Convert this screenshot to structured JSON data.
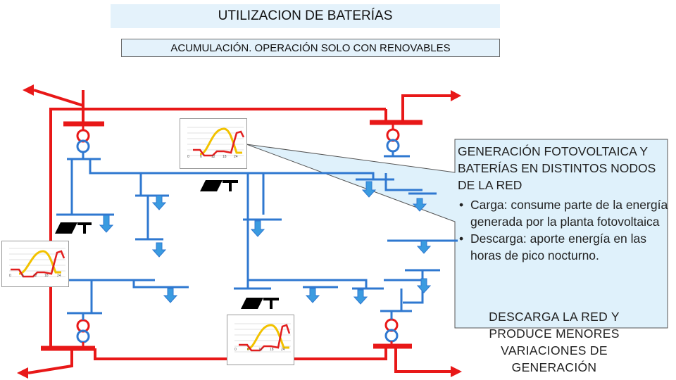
{
  "title": "UTILIZACION DE BATERÍAS",
  "subtitle": "ACUMULACIÓN. OPERACIÓN SOLO CON RENOVABLES",
  "callout": {
    "heading": "GENERACIÓN FOTOVOLTAICA Y BATERÍAS EN DISTINTOS NODOS DE LA RED",
    "bullets": [
      "Carga: consume parte de la energía generada por la planta fotovoltaica",
      "Descarga: aporte energía en las horas de pico nocturno."
    ]
  },
  "conclusion": "DESCARGA LA RED Y PRODUCE MENORES VARIACIONES DE GENERACIÓN",
  "mini_chart": {
    "x_ticks": [
      "0",
      "6",
      "12",
      "18",
      "24"
    ]
  },
  "colors": {
    "high_voltage": "#e81818",
    "distribution": "#2f78d0",
    "load_arrow": "#3a9be0",
    "solar_curve": "#f2c200",
    "battery_curve": "#e21e1e",
    "callout_fill": "#dff1fb",
    "title_fill": "#e4f2fb"
  }
}
